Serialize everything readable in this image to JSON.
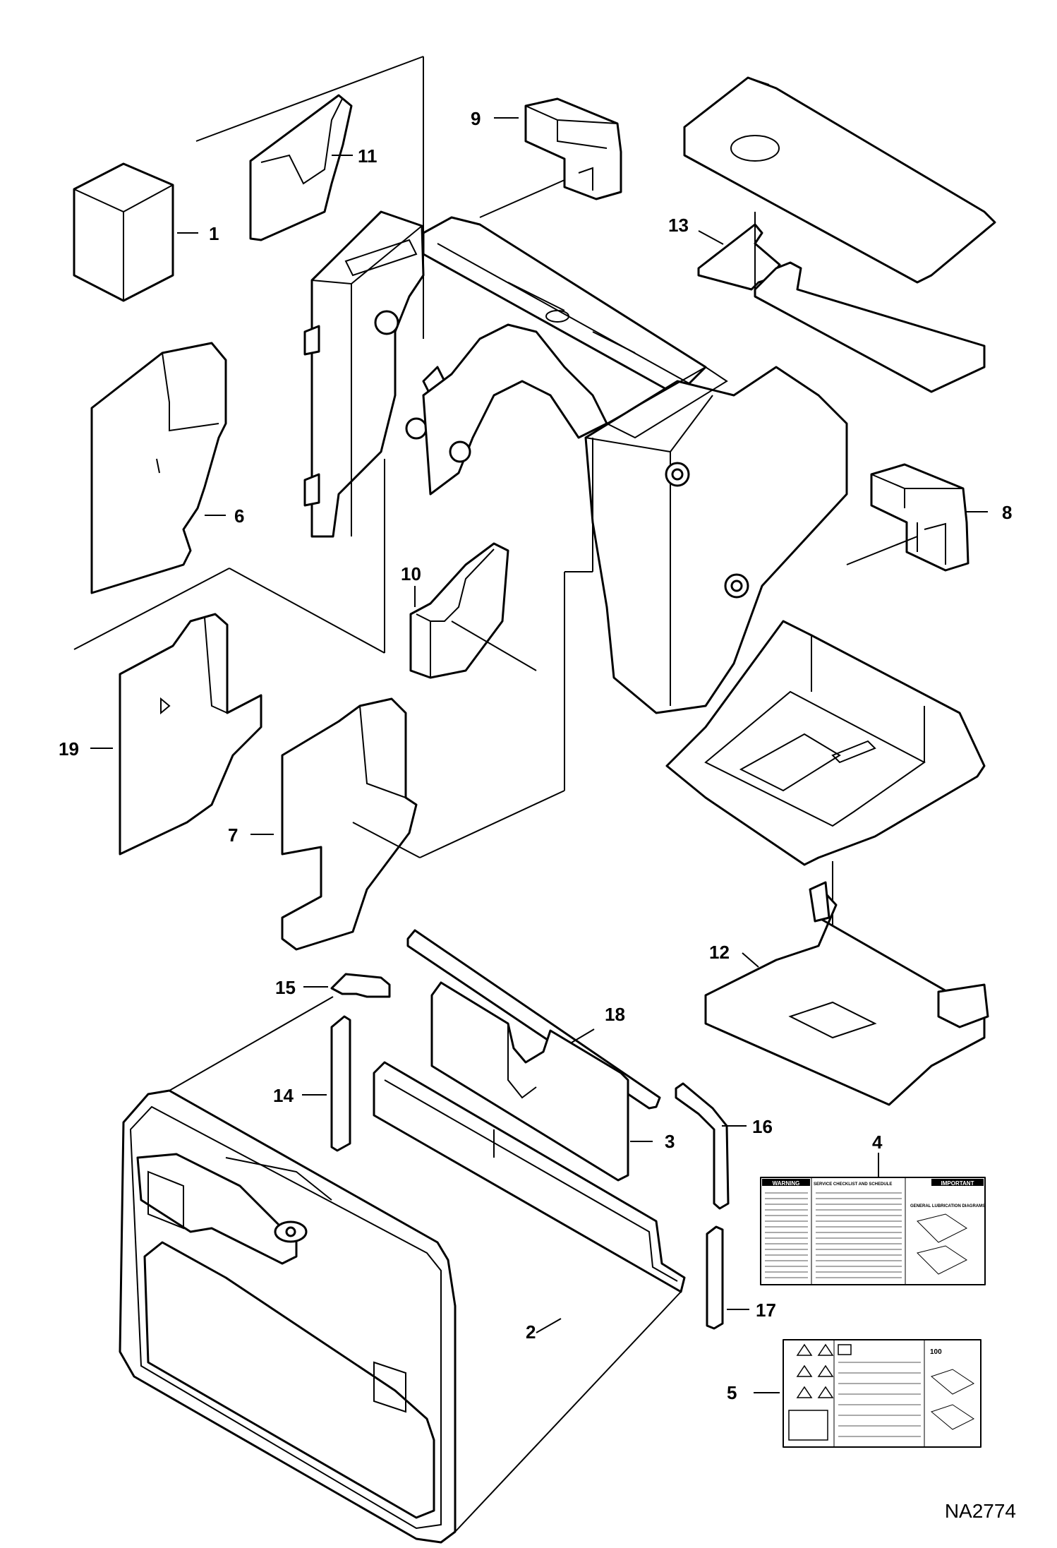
{
  "drawing_code": "NA2774",
  "callouts": {
    "c1": "1",
    "c2": "2",
    "c3": "3",
    "c4": "4",
    "c5": "5",
    "c6": "6",
    "c7": "7",
    "c8": "8",
    "c9": "9",
    "c10": "10",
    "c11": "11",
    "c12": "12",
    "c13": "13",
    "c14": "14",
    "c15": "15",
    "c16": "16",
    "c17": "17",
    "c18": "18",
    "c19": "19"
  },
  "decal4": {
    "warning": "WARNING",
    "schedule": "SERVICE CHECKLIST AND SCHEDULE",
    "important": "IMPORTANT",
    "lube": "GENERAL LUBRICATION DIAGRAMS"
  },
  "decal5": {
    "hundred": "100"
  }
}
